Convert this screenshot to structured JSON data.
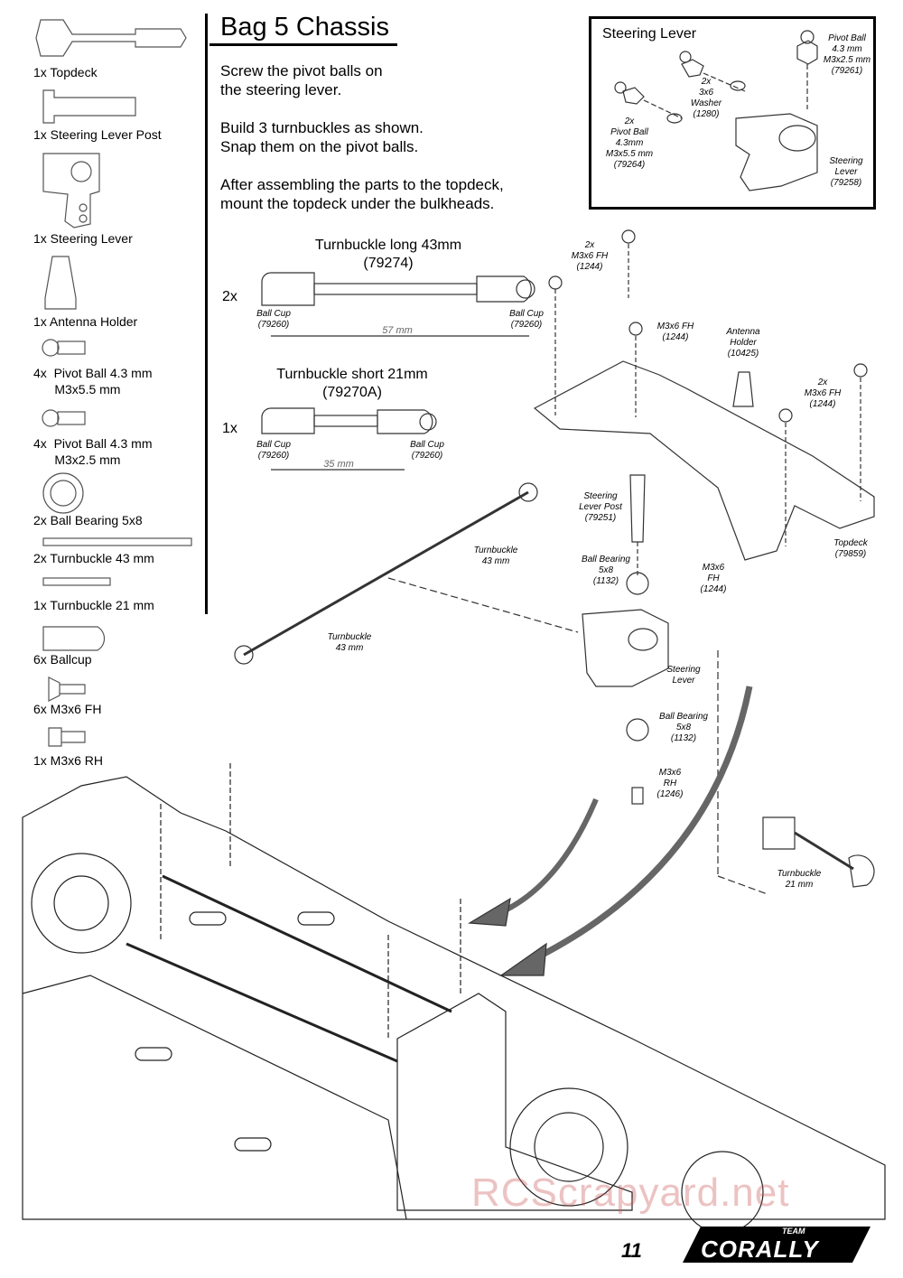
{
  "parts": [
    {
      "label": "1x  Topdeck"
    },
    {
      "label": "1x  Steering Lever Post"
    },
    {
      "label": "1x  Steering Lever"
    },
    {
      "label": "1x  Antenna Holder"
    },
    {
      "label": "4x  Pivot Ball 4.3 mm\n      M3x5.5 mm"
    },
    {
      "label": "4x  Pivot Ball 4.3 mm\n      M3x2.5 mm"
    },
    {
      "label": "2x  Ball Bearing 5x8"
    },
    {
      "label": "2x  Turnbuckle 43 mm"
    },
    {
      "label": "1x  Turnbuckle 21 mm"
    },
    {
      "label": "6x  Ballcup"
    },
    {
      "label": "6x  M3x6 FH"
    },
    {
      "label": "1x  M3x6 RH"
    }
  ],
  "header": {
    "title": "Bag 5 Chassis"
  },
  "instructions": [
    "Screw the pivot balls on\nthe steering lever.",
    "Build 3 turnbuckles as shown.\nSnap them on the pivot balls.",
    "After assembling the parts to the topdeck,\nmount the topdeck under the bulkheads."
  ],
  "inset": {
    "title": "Steering Lever",
    "labels": {
      "pivot_top": "Pivot Ball\n4.3 mm\nM3x2.5 mm\n(79261)",
      "washer": "2x\n3x6\nWasher\n(1280)",
      "pivot_left": "2x\nPivot Ball\n4.3mm\nM3x5.5 mm\n(79264)",
      "lever": "Steering\nLever\n(79258)"
    }
  },
  "turnbuckle_long": {
    "title": "Turnbuckle long 43mm\n(79274)",
    "qty": "2x",
    "cup_left": "Ball Cup\n(79260)",
    "cup_right": "Ball Cup\n(79260)",
    "dim": "57  mm"
  },
  "turnbuckle_short": {
    "title": "Turnbuckle short 21mm\n(79270A)",
    "qty": "1x",
    "cup_left": "Ball Cup\n(79260)",
    "cup_right": "Ball Cup\n(79260)",
    "dim": "35  mm"
  },
  "callouts": {
    "fh_2x_a": "2x\nM3x6 FH\n(1244)",
    "fh_single": "M3x6 FH\n(1244)",
    "antenna": "Antenna\nHolder\n(10425)",
    "fh_2x_b": "2x\nM3x6 FH\n(1244)",
    "post": "Steering\nLever Post\n(79251)",
    "tb43_top": "Turnbuckle\n43 mm",
    "bearing_top": "Ball Bearing\n5x8\n(1132)",
    "fh_low": "M3x6\nFH\n(1244)",
    "topdeck": "Topdeck\n(79859)",
    "tb43_low": "Turnbuckle\n43 mm",
    "lever": "Steering\nLever",
    "bearing_low": "Ball Bearing\n5x8\n(1132)",
    "rh": "M3x6\nRH\n(1246)",
    "tb21": "Turnbuckle\n21 mm"
  },
  "footer": {
    "page_number": "11",
    "logo_small": "TEAM",
    "logo": "CORALLY",
    "watermark": "RCScrapyard.net"
  }
}
